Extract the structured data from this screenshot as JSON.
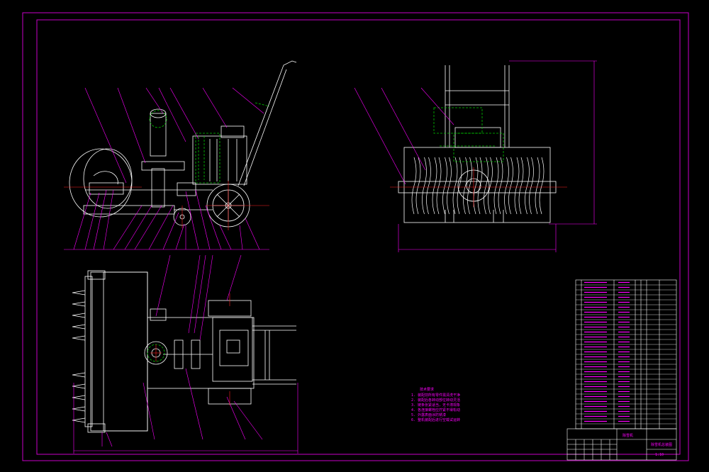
{
  "drawing": {
    "colors": {
      "background": "#000000",
      "frame": "#c800c8",
      "geometry": "#ffffff",
      "hidden": "#00c800",
      "centerline": "#ff2020",
      "labels": "#ff00ff"
    },
    "notes_title": "技术要求",
    "notes": [
      "1. 装配前所有零件需清洗干净",
      "2. 装配后各转动部位转动灵活",
      "3. 链条张紧适当，无卡滞现象",
      "4. 各连接螺栓应拧紧不得松动",
      "5. 外露表面涂防锈漆",
      "6. 整机装配后进行空载试运转"
    ],
    "title_block": {
      "name": "除雪机总装图",
      "scale": "1:10",
      "header_cell": "除雪机"
    }
  }
}
